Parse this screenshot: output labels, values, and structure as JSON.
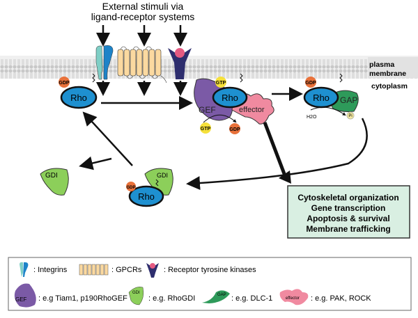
{
  "title_lines": [
    "External stimuli via",
    "ligand-receptor systems"
  ],
  "membrane": {
    "label_line1": "plasma",
    "label_line2": "membrane",
    "cytoplasm": "cytoplasm"
  },
  "molecules": {
    "rho": "Rho",
    "gdp": "GDP",
    "gtp": "GTP",
    "gef": "GEF",
    "gap": "GAP",
    "gdi": "GDI",
    "effector": "effector",
    "h2o": "H2O",
    "pi": "Pi"
  },
  "outcomes": [
    "Cytoskeletal organization",
    "Gene transcription",
    "Apoptosis & survival",
    "Membrane trafficking"
  ],
  "legend": {
    "integrins": ": Integrins",
    "gpcrs": ": GPCRs",
    "rtk": ": Receptor tyrosine kinases",
    "gef": ": e.g Tiam1, p190RhoGEF",
    "gdi": ": e.g. RhoGDI",
    "gap": ": e.g. DLC-1",
    "effector": ": e.g. PAK, ROCK"
  },
  "colors": {
    "rho": "#1e90d0",
    "gef": "#7b5aa6",
    "gap": "#2e9a5a",
    "gdi": "#8ccf5a",
    "effector": "#f08aa0",
    "gdp": "#e8713a",
    "gtp": "#f5e03a",
    "outcome_box": "#d9efe2"
  }
}
